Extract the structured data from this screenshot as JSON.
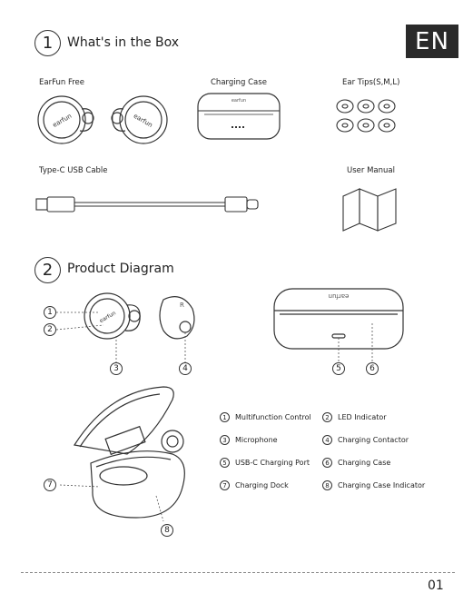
{
  "lang": "EN",
  "section1": {
    "number": "1",
    "title": "What's in the Box",
    "items": {
      "earbuds": "EarFun Free",
      "case": "Charging Case",
      "tips": "Ear Tips(S,M,L)",
      "cable": "Type-C USB Cable",
      "manual": "User Manual"
    }
  },
  "section2": {
    "number": "2",
    "title": "Product Diagram",
    "legend": [
      {
        "num": "1",
        "label": "Multifunction Control"
      },
      {
        "num": "2",
        "label": "LED Indicator"
      },
      {
        "num": "3",
        "label": "Microphone"
      },
      {
        "num": "4",
        "label": "Charging Contactor"
      },
      {
        "num": "5",
        "label": "USB-C Charging Port"
      },
      {
        "num": "6",
        "label": "Charging Case"
      },
      {
        "num": "7",
        "label": "Charging Dock"
      },
      {
        "num": "8",
        "label": "Charging Case Indicator"
      }
    ]
  },
  "brand_text": "earfun",
  "earbud_side_mark": "R",
  "page_number": "01"
}
